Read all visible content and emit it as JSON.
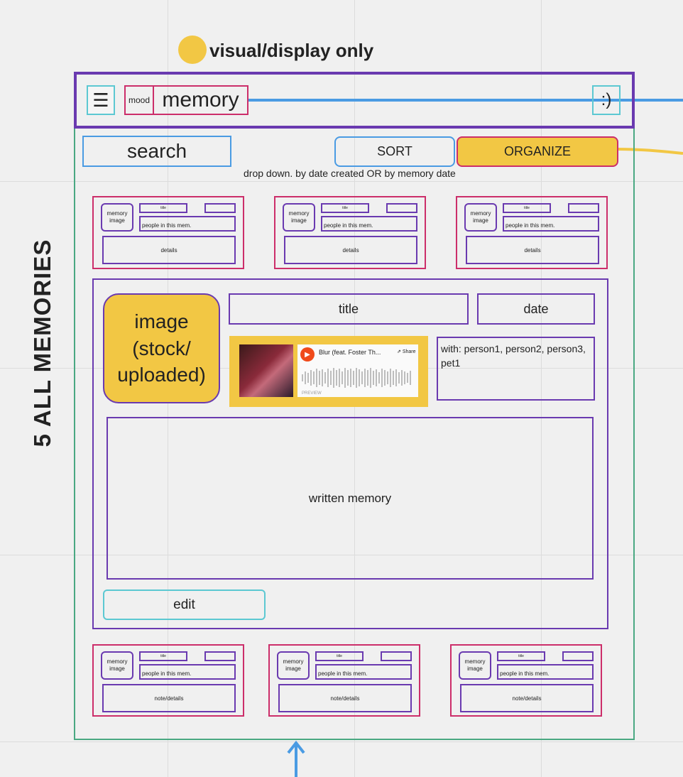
{
  "legend": {
    "dot_color": "#f2c744",
    "label": "visual/display only"
  },
  "side_label": "5 ALL MEMORIES",
  "header": {
    "menu_icon": "hamburger-icon",
    "menu_glyph": "☰",
    "mood": "mood",
    "title": "memory",
    "face": ":)"
  },
  "toolbar": {
    "search": "search",
    "sort": "SORT",
    "organize": "ORGANIZE",
    "note": "drop down. by date created OR by memory date"
  },
  "top_cards": [
    {
      "image": "memory image",
      "title": "title",
      "people": "people in this mem.",
      "details": "details"
    },
    {
      "image": "memory image",
      "title": "title",
      "people": "people in this mem.",
      "details": "details"
    },
    {
      "image": "memory image",
      "title": "title",
      "people": "people in this mem.",
      "details": "details"
    }
  ],
  "expanded": {
    "image": "image (stock/ uploaded)",
    "title": "title",
    "date": "date",
    "music": {
      "track": "Blur (feat. Foster Th...",
      "share": "Share",
      "preview": "PREVIEW"
    },
    "with": "with: person1, person2, person3, pet1",
    "written": "written memory",
    "edit": "edit"
  },
  "bottom_cards": [
    {
      "image": "memory image",
      "title": "title",
      "people": "people in this mem.",
      "details": "note/details"
    },
    {
      "image": "memory image",
      "title": "title",
      "people": "people in this mem.",
      "details": "note/details"
    },
    {
      "image": "memory image",
      "title": "title",
      "people": "people in this mem.",
      "details": "note/details"
    }
  ],
  "colors": {
    "purple": "#6a3ab0",
    "pink": "#cc2e6a",
    "blue": "#4a9be3",
    "teal": "#5cc8d2",
    "green": "#4aa882",
    "yellow": "#f2c744"
  }
}
